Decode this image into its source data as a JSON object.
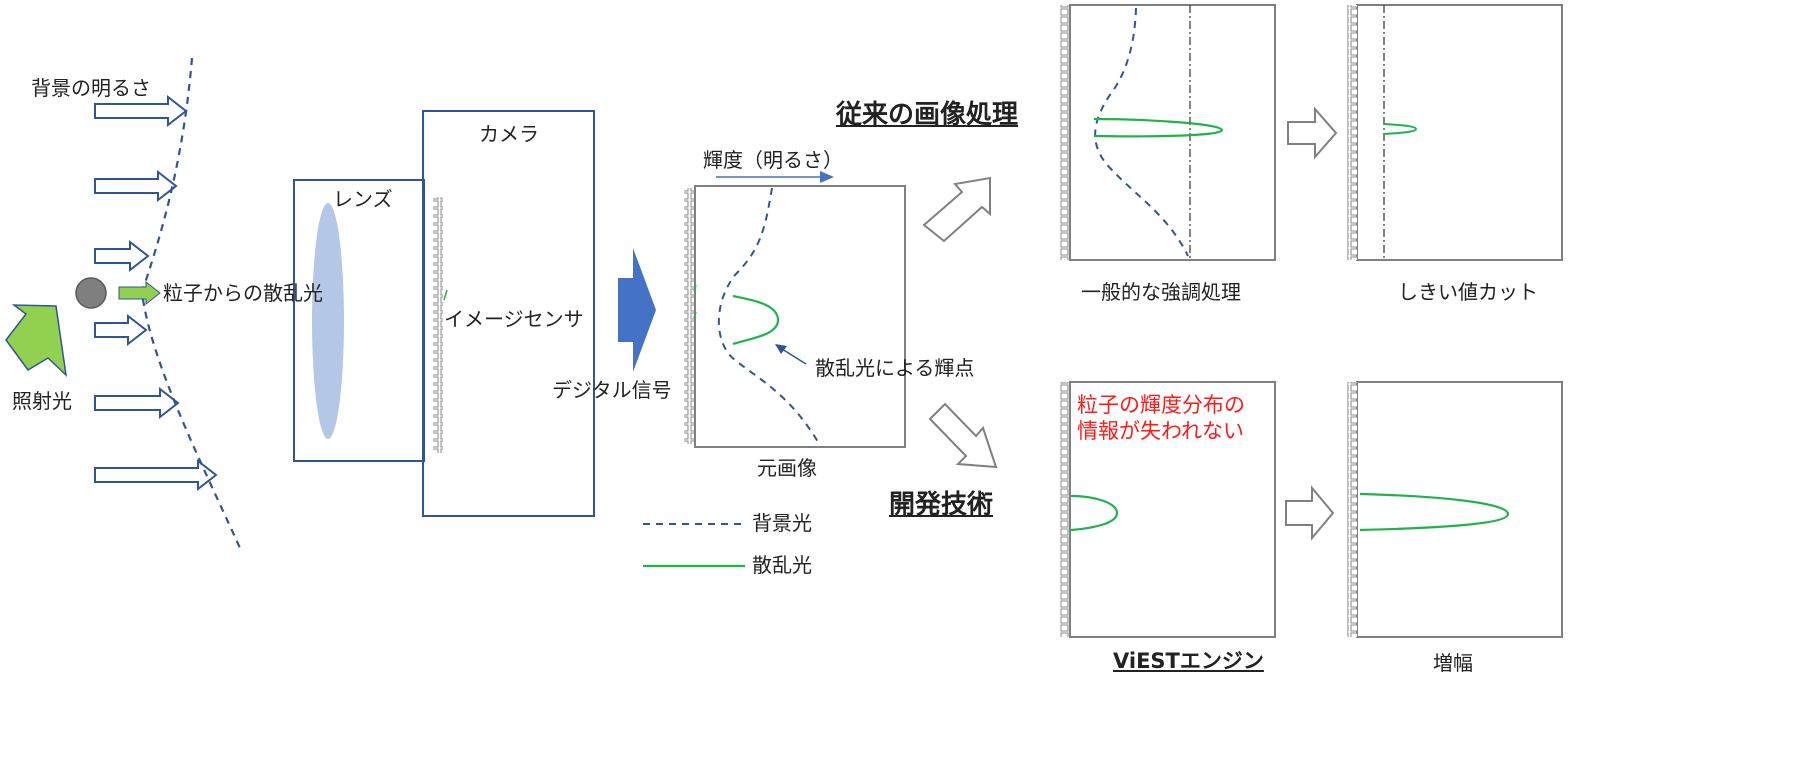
{
  "labels": {
    "background_brightness": "背景の明るさ",
    "scattered_from_particle": "粒子からの散乱光",
    "illumination": "照射光",
    "lens": "レンズ",
    "camera": "カメラ",
    "image_sensor": "イメージセンサ",
    "digital_signal": "デジタル信号",
    "brightness_axis": "輝度（明るさ）",
    "bright_spot": "散乱光による輝点",
    "original_image": "元画像",
    "legend_background": "背景光",
    "legend_scattered": "散乱光",
    "conventional": "従来の画像処理",
    "developed": "開発技術",
    "general_enhancement": "一般的な強調処理",
    "threshold_cut": "しきい値カット",
    "info_preserved_line1": "粒子の輝度分布の",
    "info_preserved_line2": "情報が失われない",
    "viest_engine": "ViESTエンジン",
    "amplification": "増幅"
  },
  "colors": {
    "background_line": "#2f5597",
    "scattered_line": "#1fb34c",
    "illumination_arrow": "#92d050",
    "digital_arrow": "#4472c4",
    "lens_fill": "#b4c7e7",
    "frame": "#808080",
    "emphasis_text": "#ff1a1a"
  }
}
